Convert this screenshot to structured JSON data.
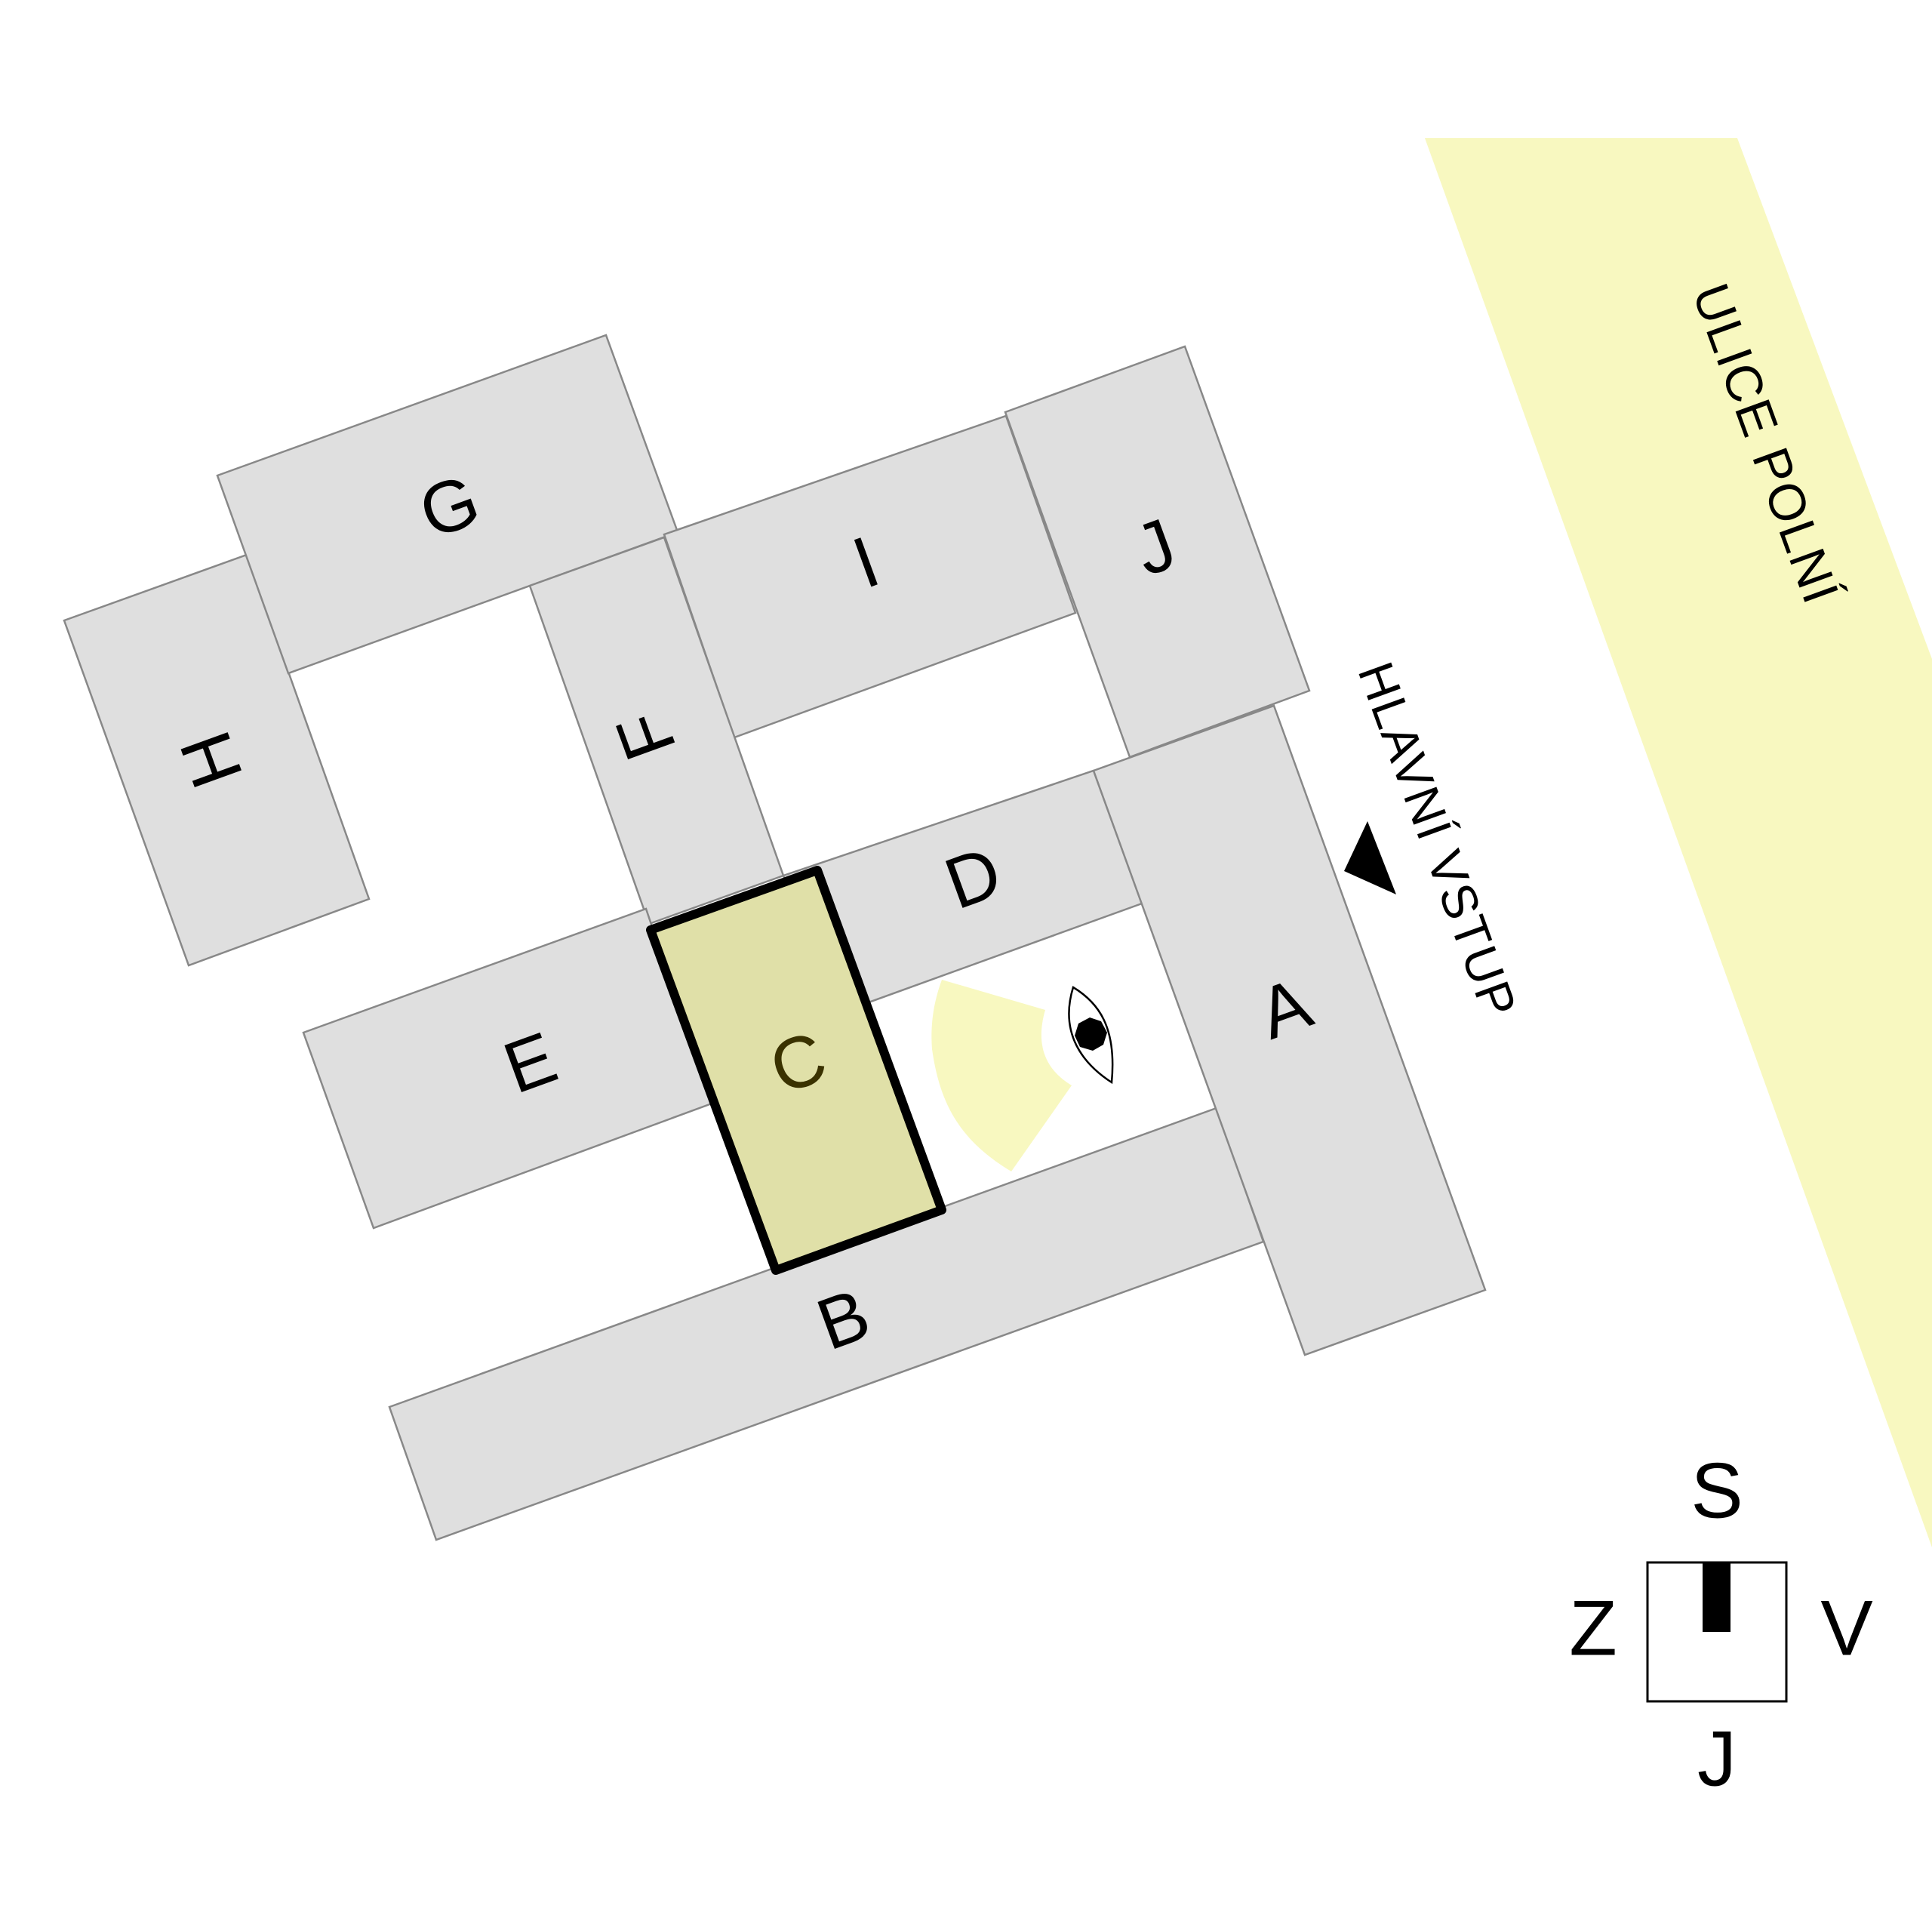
{
  "street": {
    "name": "ULICE POLNÍ"
  },
  "entrance": {
    "label": "HLAVNÍ VSTUP"
  },
  "buildings": [
    {
      "id": "A",
      "selected": false
    },
    {
      "id": "B",
      "selected": false
    },
    {
      "id": "C",
      "selected": true
    },
    {
      "id": "D",
      "selected": false
    },
    {
      "id": "E",
      "selected": false
    },
    {
      "id": "F",
      "selected": false
    },
    {
      "id": "G",
      "selected": false
    },
    {
      "id": "H",
      "selected": false
    },
    {
      "id": "I",
      "selected": false
    },
    {
      "id": "J",
      "selected": false
    }
  ],
  "compass": {
    "north": "S",
    "south": "J",
    "east": "V",
    "west": "Z"
  },
  "icons": {
    "viewpoint": "eye-icon",
    "entrance": "entrance-arrow-icon"
  },
  "colors": {
    "building": "#dfdfdf",
    "building_selected": "#e0e0a8",
    "street": "#f8f8c0",
    "view_cone": "#f8f8c0"
  }
}
